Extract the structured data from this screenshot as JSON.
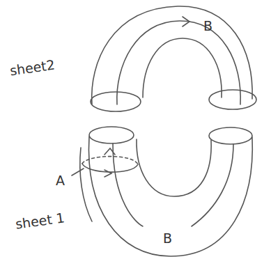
{
  "diagram": {
    "labels": [
      "B",
      "sheet2",
      "A",
      "sheet 1",
      "B"
    ]
  }
}
